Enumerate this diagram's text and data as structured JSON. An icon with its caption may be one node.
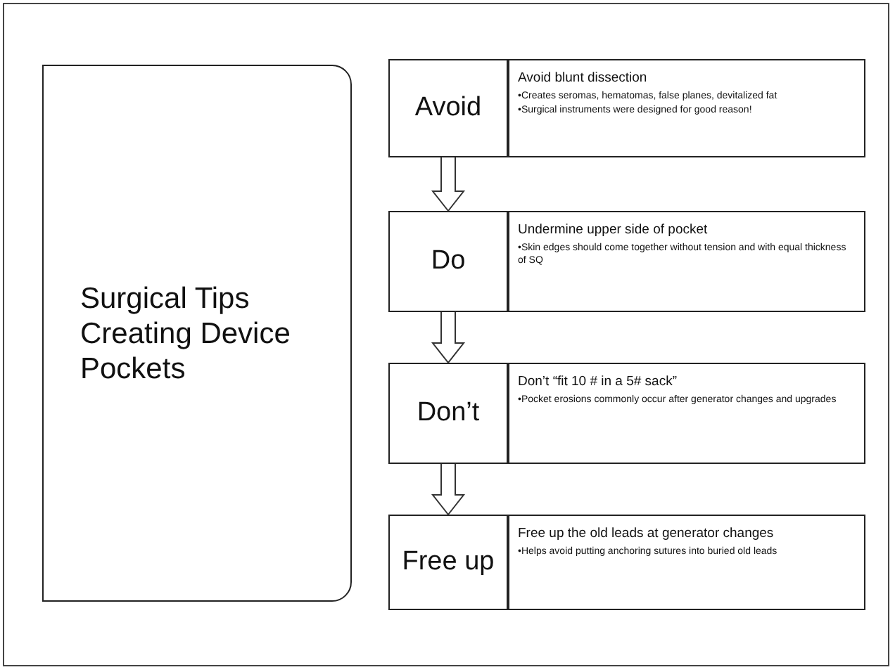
{
  "diagram": {
    "nodes": [
      {
        "text": [
          "Surgical Tips Creating Device Pockets"
        ]
      },
      {
        "text": [
          "Avoid"
        ]
      },
      {
        "text": [
          "Avoid blunt dissection",
          "•Creates seromas, hematomas, false planes, devitalized fat",
          "•Surgical instruments were designed for good reason!"
        ]
      },
      {
        "text": [
          "Do"
        ]
      },
      {
        "text": [
          "Undermine upper side of pocket",
          "•Skin edges should come together without tension and with equal thickness of SQ"
        ]
      },
      {
        "text": [
          "Don’t"
        ]
      },
      {
        "text": [
          "Don’t “fit 10 # in a 5# sack”",
          "•Pocket erosions commonly occur after generator changes and upgrades"
        ]
      },
      {
        "text": [
          "Free up"
        ]
      },
      {
        "text": [
          "Free up the old leads at generator changes",
          "•Helps avoid putting anchoring sutures into buried old leads"
        ]
      }
    ],
    "edges": [
      {
        "from": 1,
        "to": 3,
        "arrow": "to"
      },
      {
        "from": 3,
        "to": 5,
        "arrow": "to"
      },
      {
        "from": 5,
        "to": 7,
        "arrow": "to"
      }
    ]
  }
}
